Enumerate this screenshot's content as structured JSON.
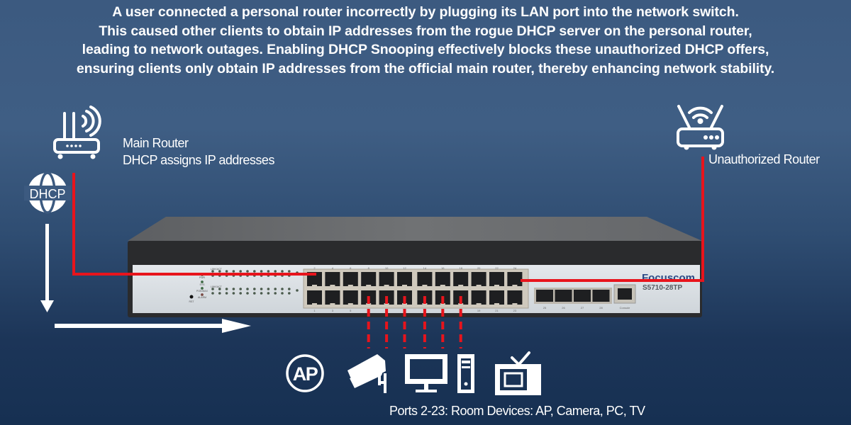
{
  "headline": {
    "lines": [
      "A user connected a personal router incorrectly by plugging its LAN port into the network switch.",
      "This caused other clients to obtain IP addresses from the rogue DHCP server on the personal router,",
      "leading to network outages. Enabling DHCP Snooping effectively blocks these unauthorized DHCP offers,",
      "ensuring clients only obtain IP addresses from the official main router, thereby enhancing network stability."
    ]
  },
  "main_router": {
    "icon": "wifi-router-icon",
    "title": "Main Router",
    "subtitle": "DHCP assigns IP addresses"
  },
  "dhcp_badge": {
    "icon": "globe-icon",
    "text": "DHCP"
  },
  "unauthorized_router": {
    "icon": "wifi-router-icon",
    "title": "Unauthorized Router"
  },
  "switch": {
    "brand": "Focuscom",
    "model": "S5710-28TP",
    "status_leds": [
      "PWR",
      "SYS",
      "POE/MAX",
      "ALARM"
    ],
    "reset_label": "RST",
    "led_group_labels": [
      "LINK/ACT",
      "POE"
    ],
    "top_port_numbers": [
      "2",
      "4",
      "6",
      "8",
      "10",
      "12",
      "14",
      "16",
      "18",
      "20",
      "22",
      "24"
    ],
    "bottom_port_numbers": [
      "1",
      "3",
      "5",
      "7",
      "9",
      "11",
      "13",
      "15",
      "17",
      "19",
      "21",
      "23"
    ],
    "sfp_port_numbers": [
      "25",
      "26",
      "27",
      "28"
    ],
    "console_label": "Console",
    "side_led_labels": [
      "27",
      "28",
      "25"
    ]
  },
  "connections": {
    "color": "#e8141c",
    "main_router_port": "2",
    "unauthorized_router_port": "24",
    "device_ports": [
      "7",
      "9",
      "11",
      "13",
      "15",
      "17"
    ]
  },
  "devices": {
    "items": [
      {
        "name": "AP",
        "icon": "access-point-icon",
        "text": "AP"
      },
      {
        "name": "Camera",
        "icon": "security-camera-icon"
      },
      {
        "name": "PC",
        "icon": "desktop-pc-icon"
      },
      {
        "name": "TV",
        "icon": "tv-icon"
      }
    ],
    "caption": "Ports 2-23: Room Devices: AP, Camera, PC, TV"
  }
}
